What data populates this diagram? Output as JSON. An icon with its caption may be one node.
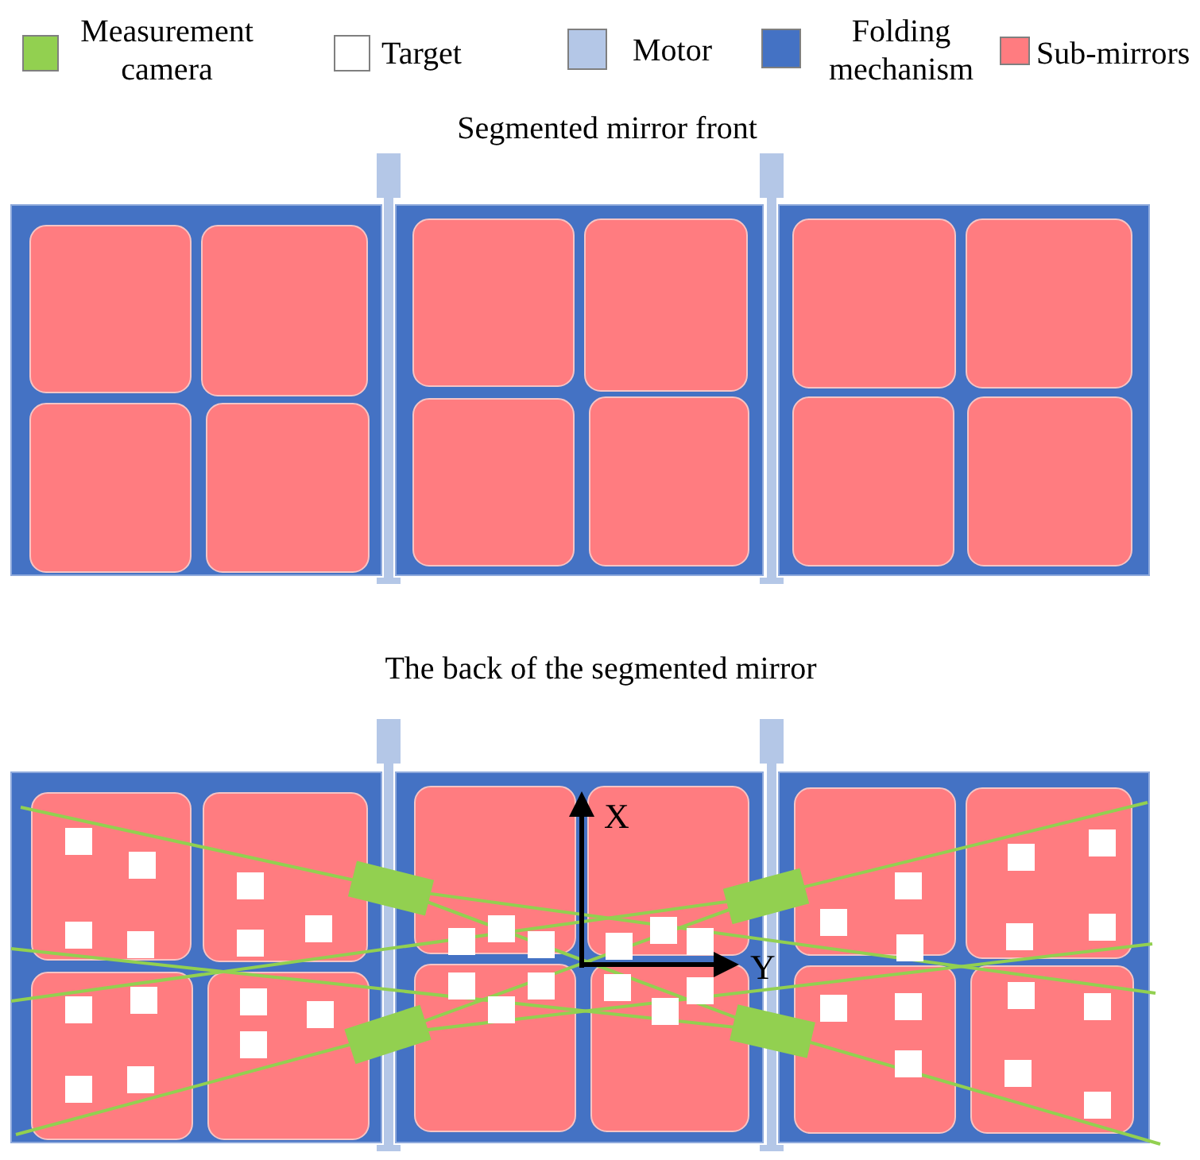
{
  "diagram": {
    "labels": [
      "Segmented mirror front",
      "The back of the segmented mirror",
      "X",
      "Y"
    ],
    "legend": [
      {
        "text": "Measurement camera",
        "color": "#92d050"
      },
      {
        "text": "Target",
        "color": "#ffffff"
      },
      {
        "text": "Motor",
        "color": "#b4c7e7"
      },
      {
        "text": "Folding mechanism",
        "color": "#4472c4"
      },
      {
        "text": "Sub-mirrors",
        "color": "#ff7c80"
      }
    ]
  }
}
